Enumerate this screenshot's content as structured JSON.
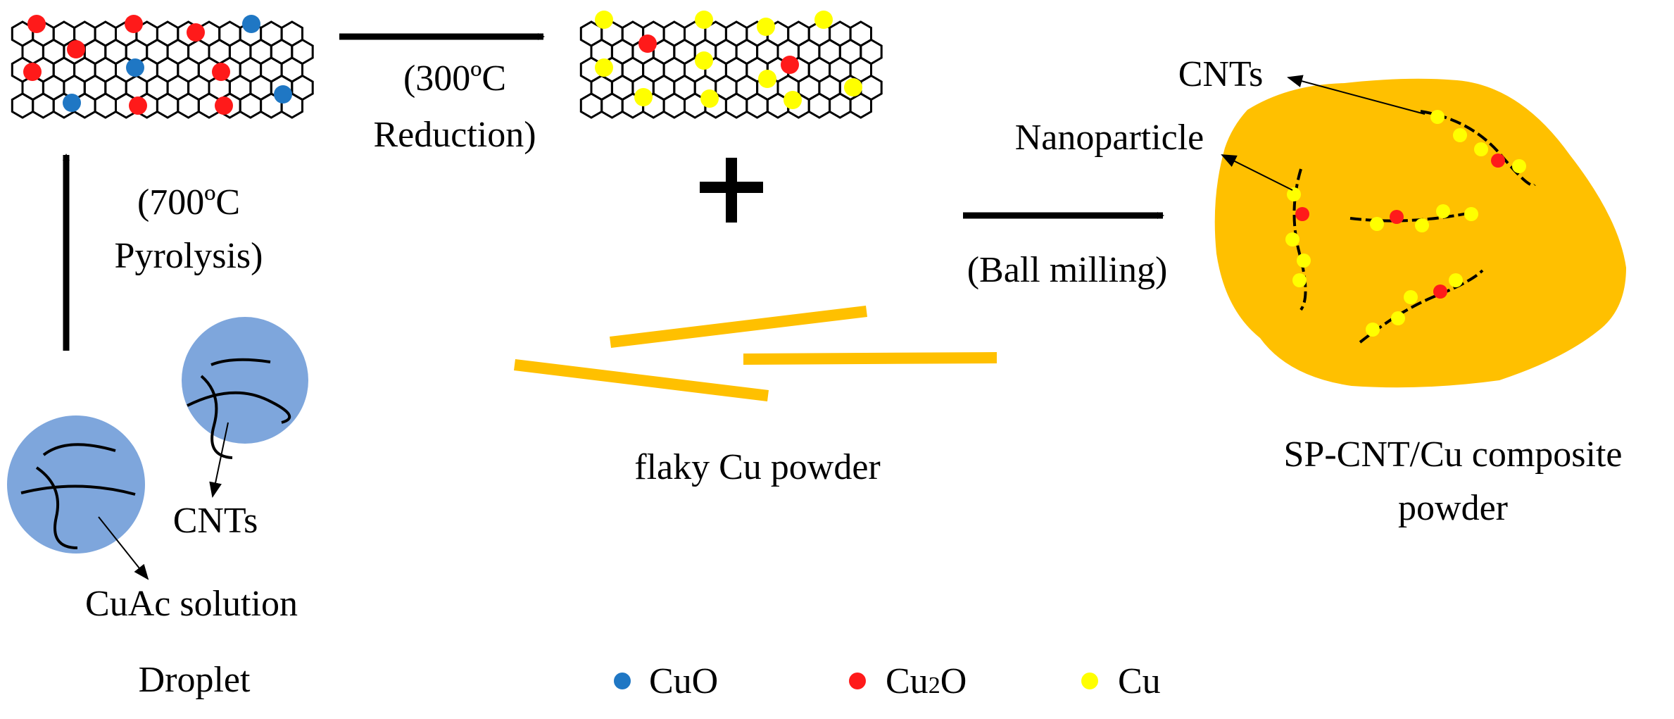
{
  "steps": {
    "pyrolysis_line1": "(700ºC",
    "pyrolysis_line2": "Pyrolysis)",
    "reduction_line1": "(300ºC",
    "reduction_line2": "Reduction)",
    "ball_milling": "(Ball milling)"
  },
  "droplet": {
    "title": "Droplet",
    "cnts_label": "CNTs",
    "solution_label": "CuAc  solution"
  },
  "flaky": {
    "label": "flaky  Cu   powder",
    "plus": "+"
  },
  "composite": {
    "cnts_label": "CNTs",
    "nanoparticle_label": "Nanoparticle",
    "title_line1": "SP-CNT/Cu  composite",
    "title_line2": "powder"
  },
  "legend": [
    {
      "label": "CuO",
      "color": "#1f77c4"
    },
    {
      "label": "Cu",
      "subscript": "2",
      "label_suffix": "O",
      "color": "#ff1a1a"
    },
    {
      "label": "Cu",
      "color": "#ffff00"
    }
  ],
  "colors": {
    "cuo": "#1f77c4",
    "cu2o": "#ff1a1a",
    "cu": "#ffff00",
    "droplet_fill": "#7ea6dc",
    "copper_flake": "#ffc000",
    "composite_fill": "#ffc000"
  }
}
